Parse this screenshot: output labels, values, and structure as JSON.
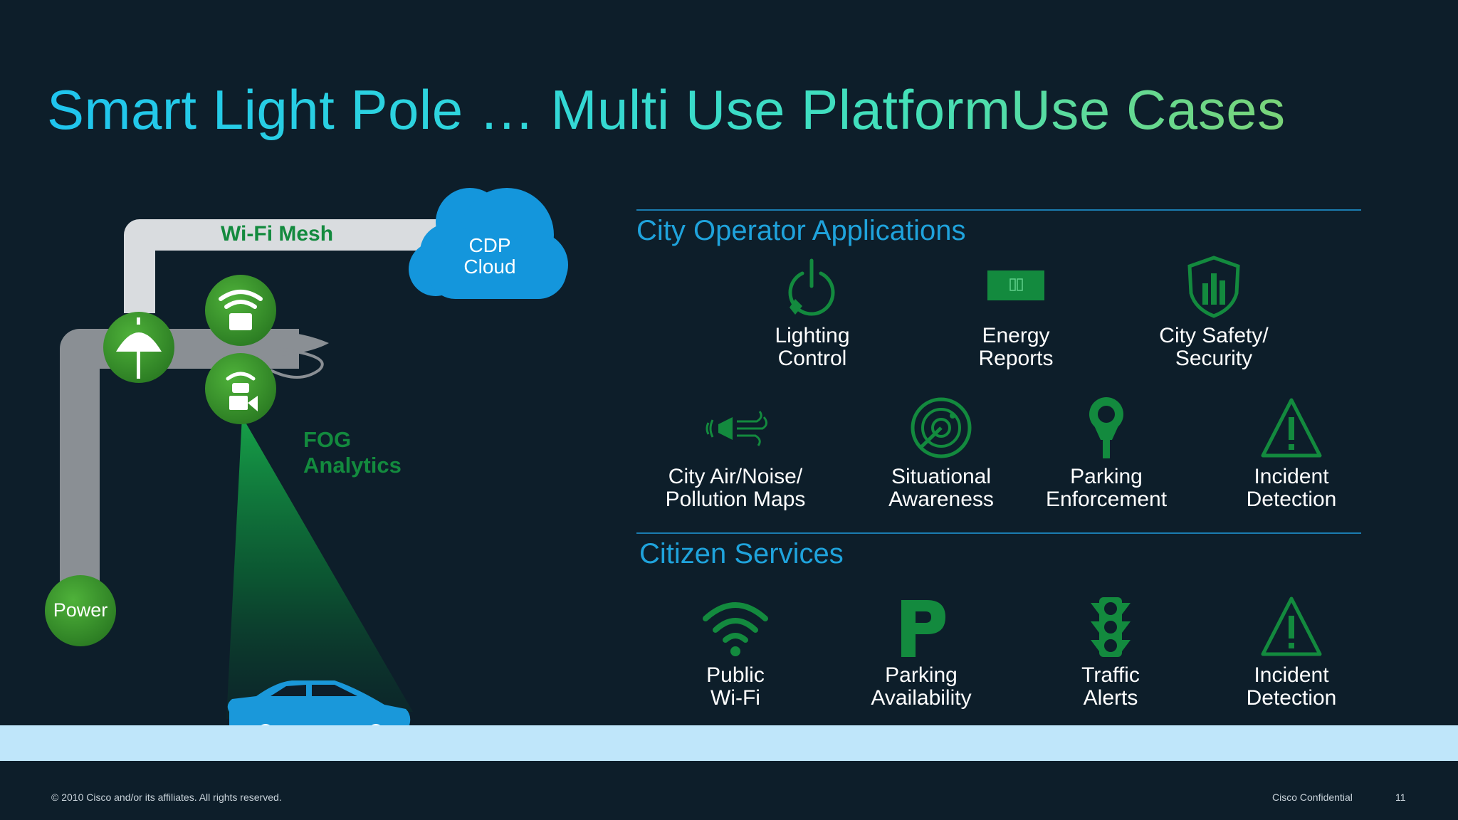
{
  "title": "Smart Light Pole … Multi Use PlatformUse Cases",
  "diagram": {
    "wifi_mesh_label": "Wi-Fi Mesh",
    "cloud_label": "CDP\nCloud",
    "fog_label": "FOG\nAnalytics",
    "power_label": "Power"
  },
  "city_operator": {
    "title": "City Operator Applications",
    "apps": [
      {
        "label": "Lighting\nControl",
        "icon": "power-bulb-icon"
      },
      {
        "label": "Energy\nReports",
        "icon": "energy-report-icon"
      },
      {
        "label": "City Safety/\nSecurity",
        "icon": "shield-city-icon"
      },
      {
        "label": "City Air/Noise/\nPollution Maps",
        "icon": "air-noise-icon"
      },
      {
        "label": "Situational\nAwareness",
        "icon": "radar-icon"
      },
      {
        "label": "Parking\nEnforcement",
        "icon": "parking-meter-icon"
      },
      {
        "label": "Incident\nDetection",
        "icon": "warning-icon"
      }
    ]
  },
  "citizen_services": {
    "title": "Citizen Services",
    "apps": [
      {
        "label": "Public\nWi-Fi",
        "icon": "wifi-icon"
      },
      {
        "label": "Parking\nAvailability",
        "icon": "parking-p-icon"
      },
      {
        "label": "Traffic\nAlerts",
        "icon": "traffic-light-icon"
      },
      {
        "label": "Incident\nDetection",
        "icon": "warning-icon"
      }
    ]
  },
  "footer": {
    "copyright": "© 2010 Cisco and/or its affiliates. All rights reserved.",
    "confidential": "Cisco Confidential",
    "page_number": "11"
  },
  "colors": {
    "background": "#0d1e2a",
    "accent_blue": "#1fa3dc",
    "icon_green": "#138a3e",
    "cloud_blue": "#1496dc",
    "road": "#bfe6fa"
  }
}
